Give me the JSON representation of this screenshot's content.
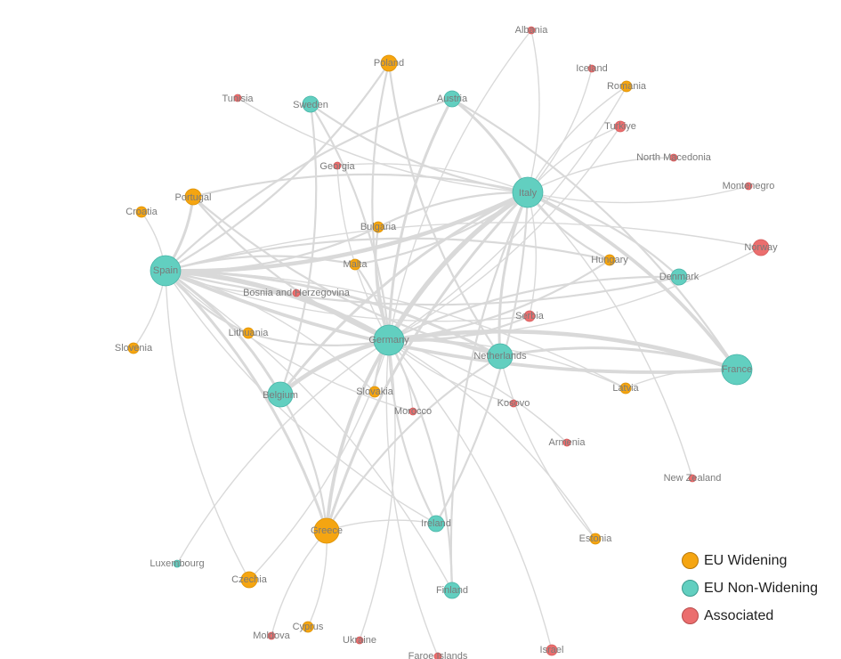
{
  "colors": {
    "widening": "#F5A511",
    "non_widening": "#62CFC0",
    "associated": "#EB6E6E",
    "edge": "#d9d9d9"
  },
  "legend": [
    {
      "key": "widening",
      "label": "EU Widening",
      "stroke": "#b8780a"
    },
    {
      "key": "non_widening",
      "label": "EU Non-Widening",
      "stroke": "#3a9b8f"
    },
    {
      "key": "associated",
      "label": "Associated",
      "stroke": "#b84b4b"
    }
  ],
  "nodes": [
    {
      "id": "Albania",
      "label": "Albania",
      "group": "associated",
      "size": "xs"
    },
    {
      "id": "Poland",
      "label": "Poland",
      "group": "widening",
      "size": "m"
    },
    {
      "id": "Iceland",
      "label": "Iceland",
      "group": "associated",
      "size": "xs"
    },
    {
      "id": "Romania",
      "label": "Romania",
      "group": "widening",
      "size": "s"
    },
    {
      "id": "Tunisia",
      "label": "Tunisia",
      "group": "associated",
      "size": "xs"
    },
    {
      "id": "Sweden",
      "label": "Sweden",
      "group": "non_widening",
      "size": "m"
    },
    {
      "id": "Austria",
      "label": "Austria",
      "group": "non_widening",
      "size": "m"
    },
    {
      "id": "Turkiye",
      "label": "Turkiye",
      "group": "associated",
      "size": "s"
    },
    {
      "id": "NorthMacedonia",
      "label": "North Macedonia",
      "group": "associated",
      "size": "xs"
    },
    {
      "id": "Georgia",
      "label": "Georgia",
      "group": "associated",
      "size": "xs"
    },
    {
      "id": "Montenegro",
      "label": "Montenegro",
      "group": "associated",
      "size": "xs"
    },
    {
      "id": "Portugal",
      "label": "Portugal",
      "group": "widening",
      "size": "m"
    },
    {
      "id": "Italy",
      "label": "Italy",
      "group": "non_widening",
      "size": "xl"
    },
    {
      "id": "Croatia",
      "label": "Croatia",
      "group": "widening",
      "size": "s"
    },
    {
      "id": "Bulgaria",
      "label": "Bulgaria",
      "group": "widening",
      "size": "s"
    },
    {
      "id": "Norway",
      "label": "Norway",
      "group": "associated",
      "size": "m"
    },
    {
      "id": "Spain",
      "label": "Spain",
      "group": "non_widening",
      "size": "xl"
    },
    {
      "id": "Hungary",
      "label": "Hungary",
      "group": "widening",
      "size": "s"
    },
    {
      "id": "Malta",
      "label": "Malta",
      "group": "widening",
      "size": "s"
    },
    {
      "id": "Denmark",
      "label": "Denmark",
      "group": "non_widening",
      "size": "m"
    },
    {
      "id": "Bosnia",
      "label": "Bosnia and Herzegovina",
      "group": "associated",
      "size": "xs"
    },
    {
      "id": "Serbia",
      "label": "Serbia",
      "group": "associated",
      "size": "s"
    },
    {
      "id": "Lithuania",
      "label": "Lithuania",
      "group": "widening",
      "size": "s"
    },
    {
      "id": "Germany",
      "label": "Germany",
      "group": "non_widening",
      "size": "xl"
    },
    {
      "id": "Slovenia",
      "label": "Slovenia",
      "group": "widening",
      "size": "s"
    },
    {
      "id": "Netherlands",
      "label": "Netherlands",
      "group": "non_widening",
      "size": "l"
    },
    {
      "id": "France",
      "label": "France",
      "group": "non_widening",
      "size": "xl"
    },
    {
      "id": "Belgium",
      "label": "Belgium",
      "group": "non_widening",
      "size": "l"
    },
    {
      "id": "Slovakia",
      "label": "Slovakia",
      "group": "widening",
      "size": "s"
    },
    {
      "id": "Latvia",
      "label": "Latvia",
      "group": "widening",
      "size": "s"
    },
    {
      "id": "Kosovo",
      "label": "Kosovo",
      "group": "associated",
      "size": "xs"
    },
    {
      "id": "Morocco",
      "label": "Morocco",
      "group": "associated",
      "size": "xs"
    },
    {
      "id": "Armenia",
      "label": "Armenia",
      "group": "associated",
      "size": "xs"
    },
    {
      "id": "NewZealand",
      "label": "New Zealand",
      "group": "associated",
      "size": "xs"
    },
    {
      "id": "Ireland",
      "label": "Ireland",
      "group": "non_widening",
      "size": "m"
    },
    {
      "id": "Greece",
      "label": "Greece",
      "group": "widening",
      "size": "l"
    },
    {
      "id": "Estonia",
      "label": "Estonia",
      "group": "widening",
      "size": "s"
    },
    {
      "id": "Luxembourg",
      "label": "Luxembourg",
      "group": "non_widening",
      "size": "xs"
    },
    {
      "id": "Czechia",
      "label": "Czechia",
      "group": "widening",
      "size": "m"
    },
    {
      "id": "Finland",
      "label": "Finland",
      "group": "non_widening",
      "size": "m"
    },
    {
      "id": "Cyprus",
      "label": "Cyprus",
      "group": "widening",
      "size": "s"
    },
    {
      "id": "Moldova",
      "label": "Moldova",
      "group": "associated",
      "size": "xs"
    },
    {
      "id": "Ukraine",
      "label": "Ukraine",
      "group": "associated",
      "size": "xs"
    },
    {
      "id": "Faroe",
      "label": "Faroe Islands",
      "group": "associated",
      "size": "xs"
    },
    {
      "id": "Israel",
      "label": "Israel",
      "group": "associated",
      "size": "s"
    }
  ],
  "edges": [
    {
      "source": "Germany",
      "target": "Italy",
      "weight": 6
    },
    {
      "source": "Germany",
      "target": "Spain",
      "weight": 6
    },
    {
      "source": "Germany",
      "target": "France",
      "weight": 5
    },
    {
      "source": "Spain",
      "target": "Italy",
      "weight": 5
    },
    {
      "source": "Italy",
      "target": "France",
      "weight": 4
    },
    {
      "source": "Spain",
      "target": "France",
      "weight": 4
    },
    {
      "source": "Germany",
      "target": "Netherlands",
      "weight": 4
    },
    {
      "source": "Germany",
      "target": "Belgium",
      "weight": 5
    },
    {
      "source": "Spain",
      "target": "Belgium",
      "weight": 3
    },
    {
      "source": "Italy",
      "target": "Belgium",
      "weight": 3
    },
    {
      "source": "Netherlands",
      "target": "Italy",
      "weight": 3
    },
    {
      "source": "Netherlands",
      "target": "Spain",
      "weight": 3
    },
    {
      "source": "Netherlands",
      "target": "France",
      "weight": 3
    },
    {
      "source": "Germany",
      "target": "Greece",
      "weight": 4
    },
    {
      "source": "Spain",
      "target": "Greece",
      "weight": 3
    },
    {
      "source": "Italy",
      "target": "Greece",
      "weight": 3
    },
    {
      "source": "Austria",
      "target": "Italy",
      "weight": 3
    },
    {
      "source": "Austria",
      "target": "Germany",
      "weight": 3
    },
    {
      "source": "Austria",
      "target": "France",
      "weight": 2
    },
    {
      "source": "Austria",
      "target": "Spain",
      "weight": 2
    },
    {
      "source": "Sweden",
      "target": "Germany",
      "weight": 2
    },
    {
      "source": "Sweden",
      "target": "Italy",
      "weight": 2
    },
    {
      "source": "Sweden",
      "target": "Belgium",
      "weight": 2
    },
    {
      "source": "Poland",
      "target": "Germany",
      "weight": 2
    },
    {
      "source": "Poland",
      "target": "Spain",
      "weight": 2
    },
    {
      "source": "Poland",
      "target": "Netherlands",
      "weight": 2
    },
    {
      "source": "Portugal",
      "target": "Spain",
      "weight": 3
    },
    {
      "source": "Portugal",
      "target": "Germany",
      "weight": 2
    },
    {
      "source": "Portugal",
      "target": "Italy",
      "weight": 2
    },
    {
      "source": "Portugal",
      "target": "Netherlands",
      "weight": 2
    },
    {
      "source": "Croatia",
      "target": "Spain",
      "weight": 1
    },
    {
      "source": "Slovenia",
      "target": "Spain",
      "weight": 1
    },
    {
      "source": "Lithuania",
      "target": "Spain",
      "weight": 2
    },
    {
      "source": "Lithuania",
      "target": "Germany",
      "weight": 2
    },
    {
      "source": "Bosnia",
      "target": "Spain",
      "weight": 1
    },
    {
      "source": "Malta",
      "target": "Spain",
      "weight": 2
    },
    {
      "source": "Malta",
      "target": "Germany",
      "weight": 2
    },
    {
      "source": "Malta",
      "target": "Italy",
      "weight": 2
    },
    {
      "source": "Bulgaria",
      "target": "Italy",
      "weight": 2
    },
    {
      "source": "Bulgaria",
      "target": "Germany",
      "weight": 2
    },
    {
      "source": "Bulgaria",
      "target": "Spain",
      "weight": 2
    },
    {
      "source": "Georgia",
      "target": "Germany",
      "weight": 1
    },
    {
      "source": "Georgia",
      "target": "Italy",
      "weight": 1
    },
    {
      "source": "Tunisia",
      "target": "Italy",
      "weight": 1
    },
    {
      "source": "Hungary",
      "target": "Germany",
      "weight": 2
    },
    {
      "source": "Hungary",
      "target": "Spain",
      "weight": 2
    },
    {
      "source": "Hungary",
      "target": "Italy",
      "weight": 2
    },
    {
      "source": "Denmark",
      "target": "Germany",
      "weight": 2
    },
    {
      "source": "Denmark",
      "target": "Spain",
      "weight": 2
    },
    {
      "source": "Denmark",
      "target": "Italy",
      "weight": 2
    },
    {
      "source": "Norway",
      "target": "Germany",
      "weight": 1
    },
    {
      "source": "Norway",
      "target": "Spain",
      "weight": 1
    },
    {
      "source": "Serbia",
      "target": "Germany",
      "weight": 2
    },
    {
      "source": "Serbia",
      "target": "Italy",
      "weight": 1
    },
    {
      "source": "Serbia",
      "target": "Spain",
      "weight": 1
    },
    {
      "source": "Latvia",
      "target": "Germany",
      "weight": 1
    },
    {
      "source": "Latvia",
      "target": "France",
      "weight": 1
    },
    {
      "source": "Latvia",
      "target": "Spain",
      "weight": 1
    },
    {
      "source": "Kosovo",
      "target": "Germany",
      "weight": 1
    },
    {
      "source": "Morocco",
      "target": "Germany",
      "weight": 1
    },
    {
      "source": "Morocco",
      "target": "Spain",
      "weight": 1
    },
    {
      "source": "Armenia",
      "target": "Germany",
      "weight": 1
    },
    {
      "source": "Slovakia",
      "target": "Germany",
      "weight": 2
    },
    {
      "source": "Slovakia",
      "target": "Spain",
      "weight": 1
    },
    {
      "source": "Ireland",
      "target": "Germany",
      "weight": 2
    },
    {
      "source": "Ireland",
      "target": "Italy",
      "weight": 2
    },
    {
      "source": "Ireland",
      "target": "Spain",
      "weight": 1
    },
    {
      "source": "Finland",
      "target": "Germany",
      "weight": 2
    },
    {
      "source": "Finland",
      "target": "Italy",
      "weight": 2
    },
    {
      "source": "Finland",
      "target": "Spain",
      "weight": 1
    },
    {
      "source": "Greece",
      "target": "Netherlands",
      "weight": 2
    },
    {
      "source": "Greece",
      "target": "Belgium",
      "weight": 2
    },
    {
      "source": "Greece",
      "target": "Ireland",
      "weight": 1
    },
    {
      "source": "Estonia",
      "target": "Germany",
      "weight": 1
    },
    {
      "source": "Estonia",
      "target": "Netherlands",
      "weight": 1
    },
    {
      "source": "Czechia",
      "target": "Germany",
      "weight": 1
    },
    {
      "source": "Czechia",
      "target": "Spain",
      "weight": 1
    },
    {
      "source": "Cyprus",
      "target": "Greece",
      "weight": 1
    },
    {
      "source": "Moldova",
      "target": "Greece",
      "weight": 1
    },
    {
      "source": "Ukraine",
      "target": "Germany",
      "weight": 1
    },
    {
      "source": "Faroe",
      "target": "Germany",
      "weight": 1
    },
    {
      "source": "Israel",
      "target": "Germany",
      "weight": 1
    },
    {
      "source": "Luxembourg",
      "target": "Germany",
      "weight": 1
    },
    {
      "source": "NewZealand",
      "target": "Italy",
      "weight": 1
    },
    {
      "source": "Albania",
      "target": "Italy",
      "weight": 1
    },
    {
      "source": "Albania",
      "target": "Germany",
      "weight": 1
    },
    {
      "source": "Iceland",
      "target": "Italy",
      "weight": 1
    },
    {
      "source": "Romania",
      "target": "Italy",
      "weight": 1
    },
    {
      "source": "Romania",
      "target": "Germany",
      "weight": 1
    },
    {
      "source": "Turkiye",
      "target": "Italy",
      "weight": 1
    },
    {
      "source": "Turkiye",
      "target": "Germany",
      "weight": 1
    },
    {
      "source": "NorthMacedonia",
      "target": "Italy",
      "weight": 1
    },
    {
      "source": "Montenegro",
      "target": "Italy",
      "weight": 1
    }
  ]
}
